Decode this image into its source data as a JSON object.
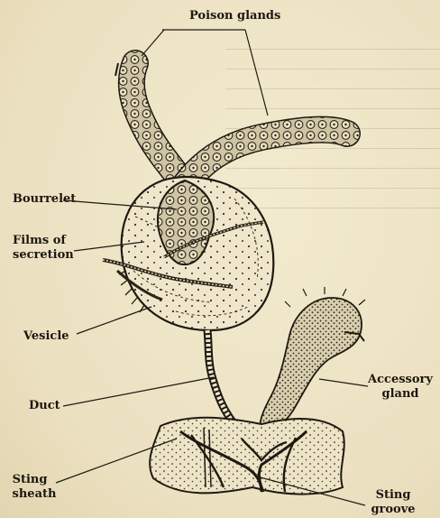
{
  "figure": {
    "labels": {
      "poison_glands": "Poison glands",
      "bourrelet": "Bourrelet",
      "films_line1": "Films of",
      "films_line2": "secretion",
      "vesicle": "Vesicle",
      "duct": "Duct",
      "accessory_line1": "Accessory",
      "accessory_line2": "gland",
      "sting_sheath_line1": "Sting",
      "sting_sheath_line2": "sheath",
      "sting_groove_line1": "Sting",
      "sting_groove_line2": "groove"
    }
  }
}
